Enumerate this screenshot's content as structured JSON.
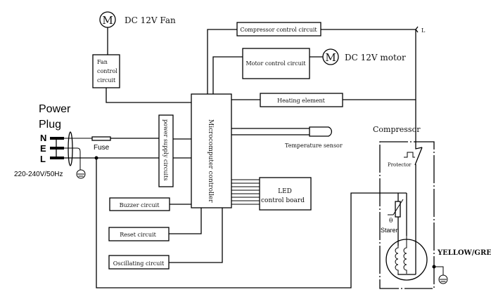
{
  "power_plug": {
    "title_line1": "Power",
    "title_line2": "Plug",
    "pin_n": "N",
    "pin_e": "E",
    "pin_l": "L",
    "rating": "220-240V/50Hz",
    "fuse": "Fuse"
  },
  "blocks": {
    "fan_motor_symbol": "M",
    "fan_motor_label": "DC 12V Fan",
    "fan_control_line1": "Fan",
    "fan_control_line2": "control",
    "fan_control_line3": "circuit",
    "compressor_control": "Compressor control circuit",
    "l_terminal": "L",
    "motor_control": "Motor control circuit",
    "dc_motor_symbol": "M",
    "dc_motor_label": "DC 12V motor",
    "heating_element": "Heating element",
    "temperature_sensor": "Temperature sensor",
    "led_line1": "LED",
    "led_line2": "control board",
    "power_supply": "power supply circuits",
    "microcomputer": "Microcomputer controller",
    "buzzer": "Buzzer circuit",
    "reset": "Reset circuit",
    "oscillating": "Oscillating circuit"
  },
  "compressor": {
    "title": "Compressor",
    "protector": "Protector",
    "theta": "θ",
    "starter": "Starer",
    "ground_wire": "YELLOW/GREEN"
  }
}
